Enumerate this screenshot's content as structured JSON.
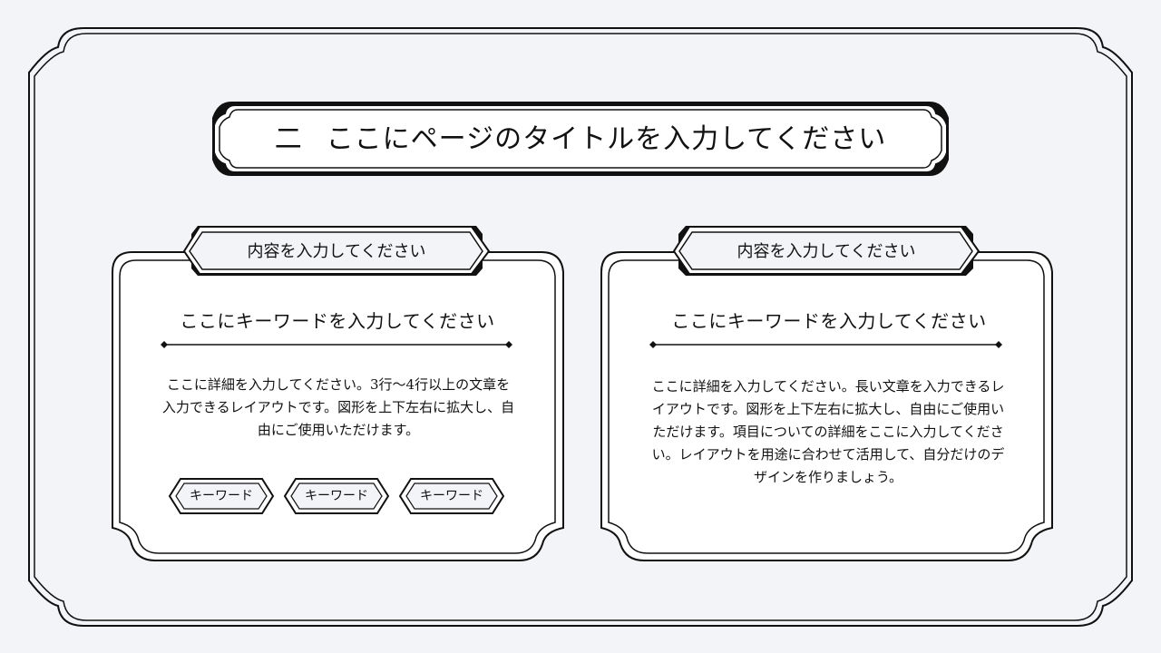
{
  "slide": {
    "title_number": "二",
    "title_text": "ここにページのタイトルを入力してください"
  },
  "cards": [
    {
      "tab_label": "内容を入力してください",
      "heading": "ここにキーワードを入力してください",
      "body": "ここに詳細を入力してください。3行〜4行以上の文章を入力できるレイアウトです。図形を上下左右に拡大し、自由にご使用いただけます。",
      "keywords": [
        "キーワード",
        "キーワード",
        "キーワード"
      ]
    },
    {
      "tab_label": "内容を入力してください",
      "heading": "ここにキーワードを入力してください",
      "body": "ここに詳細を入力してください。長い文章を入力できるレイアウトです。図形を上下左右に拡大し、自由にご使用いただけます。項目についての詳細をここに入力してください。レイアウトを用途に合わせて活用して、自分だけのデザインを作りましょう。"
    }
  ],
  "colors": {
    "background": "#f3f4f8",
    "line": "#111111",
    "card_fill": "#ffffff",
    "tab_fill": "#f3f4f8"
  }
}
